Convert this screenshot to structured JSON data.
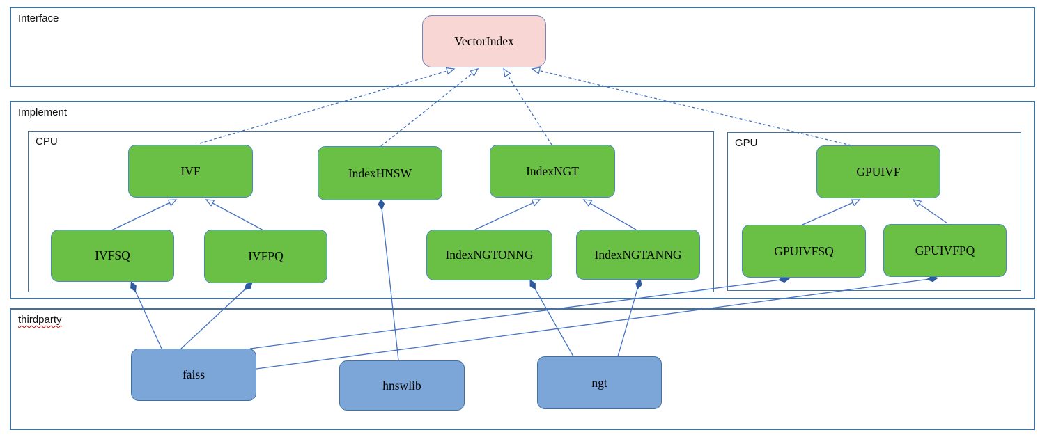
{
  "sections": {
    "interface": {
      "label": "Interface"
    },
    "implement": {
      "label": "Implement"
    },
    "cpu": {
      "label": "CPU"
    },
    "gpu": {
      "label": "GPU"
    },
    "thirdparty": {
      "label": "thirdparty"
    }
  },
  "nodes": {
    "vectorindex": {
      "label": "VectorIndex"
    },
    "ivf": {
      "label": "IVF"
    },
    "indexhnsw": {
      "label": "IndexHNSW"
    },
    "indexngt": {
      "label": "IndexNGT"
    },
    "ivfsq": {
      "label": "IVFSQ"
    },
    "ivfpq": {
      "label": "IVFPQ"
    },
    "indexngtonng": {
      "label": "IndexNGTONNG"
    },
    "indexngtanng": {
      "label": "IndexNGTANNG"
    },
    "gpuivf": {
      "label": "GPUIVF"
    },
    "gpuivfsq": {
      "label": "GPUIVFSQ"
    },
    "gpuivfpq": {
      "label": "GPUIVFPQ"
    },
    "faiss": {
      "label": "faiss"
    },
    "hnswlib": {
      "label": "hnswlib"
    },
    "ngt": {
      "label": "ngt"
    }
  },
  "edges": [
    {
      "from": "IVF",
      "to": "VectorIndex",
      "type": "realization"
    },
    {
      "from": "IndexHNSW",
      "to": "VectorIndex",
      "type": "realization"
    },
    {
      "from": "IndexNGT",
      "to": "VectorIndex",
      "type": "realization"
    },
    {
      "from": "GPUIVF",
      "to": "VectorIndex",
      "type": "realization"
    },
    {
      "from": "IVFSQ",
      "to": "IVF",
      "type": "inheritance"
    },
    {
      "from": "IVFPQ",
      "to": "IVF",
      "type": "inheritance"
    },
    {
      "from": "IndexNGTONNG",
      "to": "IndexNGT",
      "type": "inheritance"
    },
    {
      "from": "IndexNGTANNG",
      "to": "IndexNGT",
      "type": "inheritance"
    },
    {
      "from": "GPUIVFSQ",
      "to": "GPUIVF",
      "type": "inheritance"
    },
    {
      "from": "GPUIVFPQ",
      "to": "GPUIVF",
      "type": "inheritance"
    },
    {
      "from": "IVFSQ",
      "to": "faiss",
      "type": "composition"
    },
    {
      "from": "IVFPQ",
      "to": "faiss",
      "type": "composition"
    },
    {
      "from": "GPUIVFSQ",
      "to": "faiss",
      "type": "composition"
    },
    {
      "from": "GPUIVFPQ",
      "to": "faiss",
      "type": "composition"
    },
    {
      "from": "IndexHNSW",
      "to": "hnswlib",
      "type": "composition"
    },
    {
      "from": "IndexNGTONNG",
      "to": "ngt",
      "type": "composition"
    },
    {
      "from": "IndexNGTANNG",
      "to": "ngt",
      "type": "composition"
    }
  ],
  "colors": {
    "green_fill": "#6abf45",
    "green_border": "#4a86c8",
    "blue_fill": "#7ca6d8",
    "blue_border": "#41719c",
    "pink_fill": "#f8d6d3",
    "pink_border": "#7187b9",
    "section_border": "#41719c",
    "connector": "#4472c4",
    "diamond": "#2e5aa0",
    "spellcheck_red": "#cc0000"
  }
}
